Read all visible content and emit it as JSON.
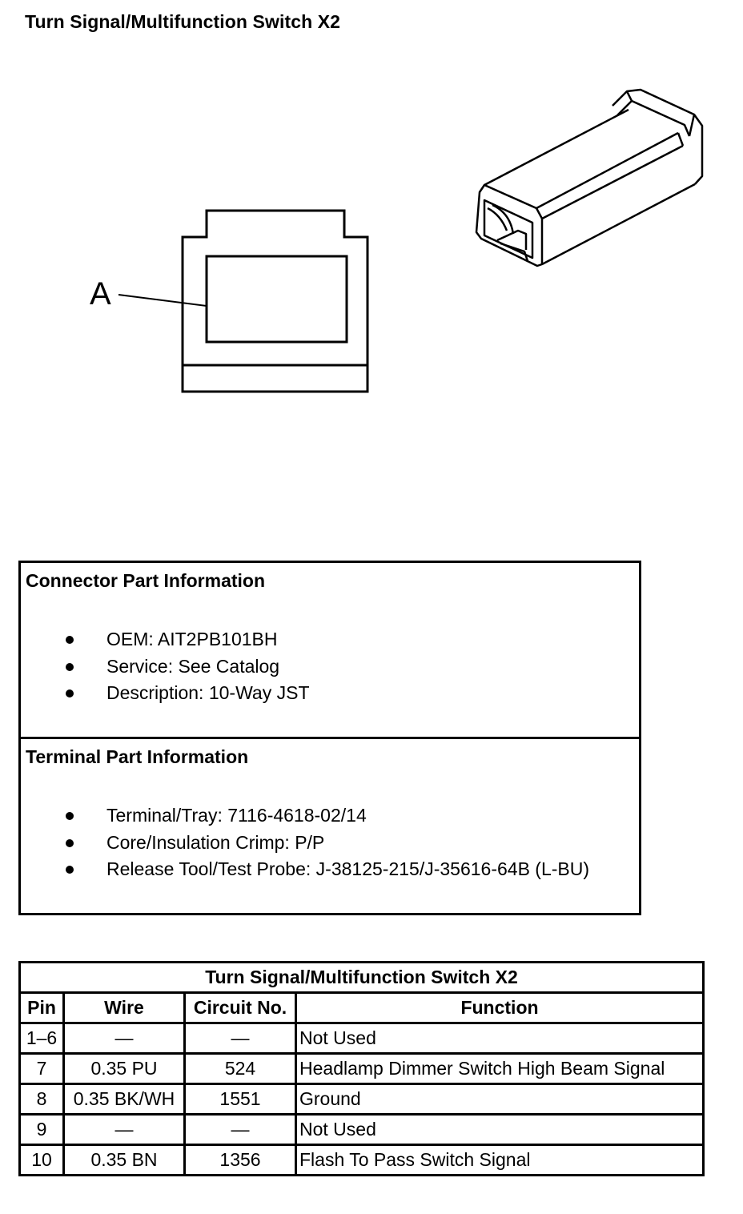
{
  "page": {
    "title": "Turn Signal/Multifunction Switch X2"
  },
  "diagram": {
    "callout_label": "A"
  },
  "connector_info": {
    "heading": "Connector Part Information",
    "items": [
      "OEM: AIT2PB101BH",
      "Service: See Catalog",
      "Description: 10-Way JST"
    ]
  },
  "terminal_info": {
    "heading": "Terminal Part Information",
    "items": [
      "Terminal/Tray: 7116-4618-02/14",
      "Core/Insulation Crimp: P/P",
      "Release Tool/Test Probe: J-38125-215/J-35616-64B (L-BU)"
    ]
  },
  "pin_table": {
    "caption": "Turn Signal/Multifunction Switch X2",
    "headers": [
      "Pin",
      "Wire",
      "Circuit No.",
      "Function"
    ],
    "rows": [
      [
        "1–6",
        "—",
        "—",
        "Not Used"
      ],
      [
        "7",
        "0.35 PU",
        "524",
        "Headlamp Dimmer Switch High Beam Signal"
      ],
      [
        "8",
        "0.35 BK/WH",
        "1551",
        "Ground"
      ],
      [
        "9",
        "—",
        "—",
        "Not Used"
      ],
      [
        "10",
        "0.35 BN",
        "1356",
        "Flash To Pass Switch Signal"
      ]
    ]
  }
}
